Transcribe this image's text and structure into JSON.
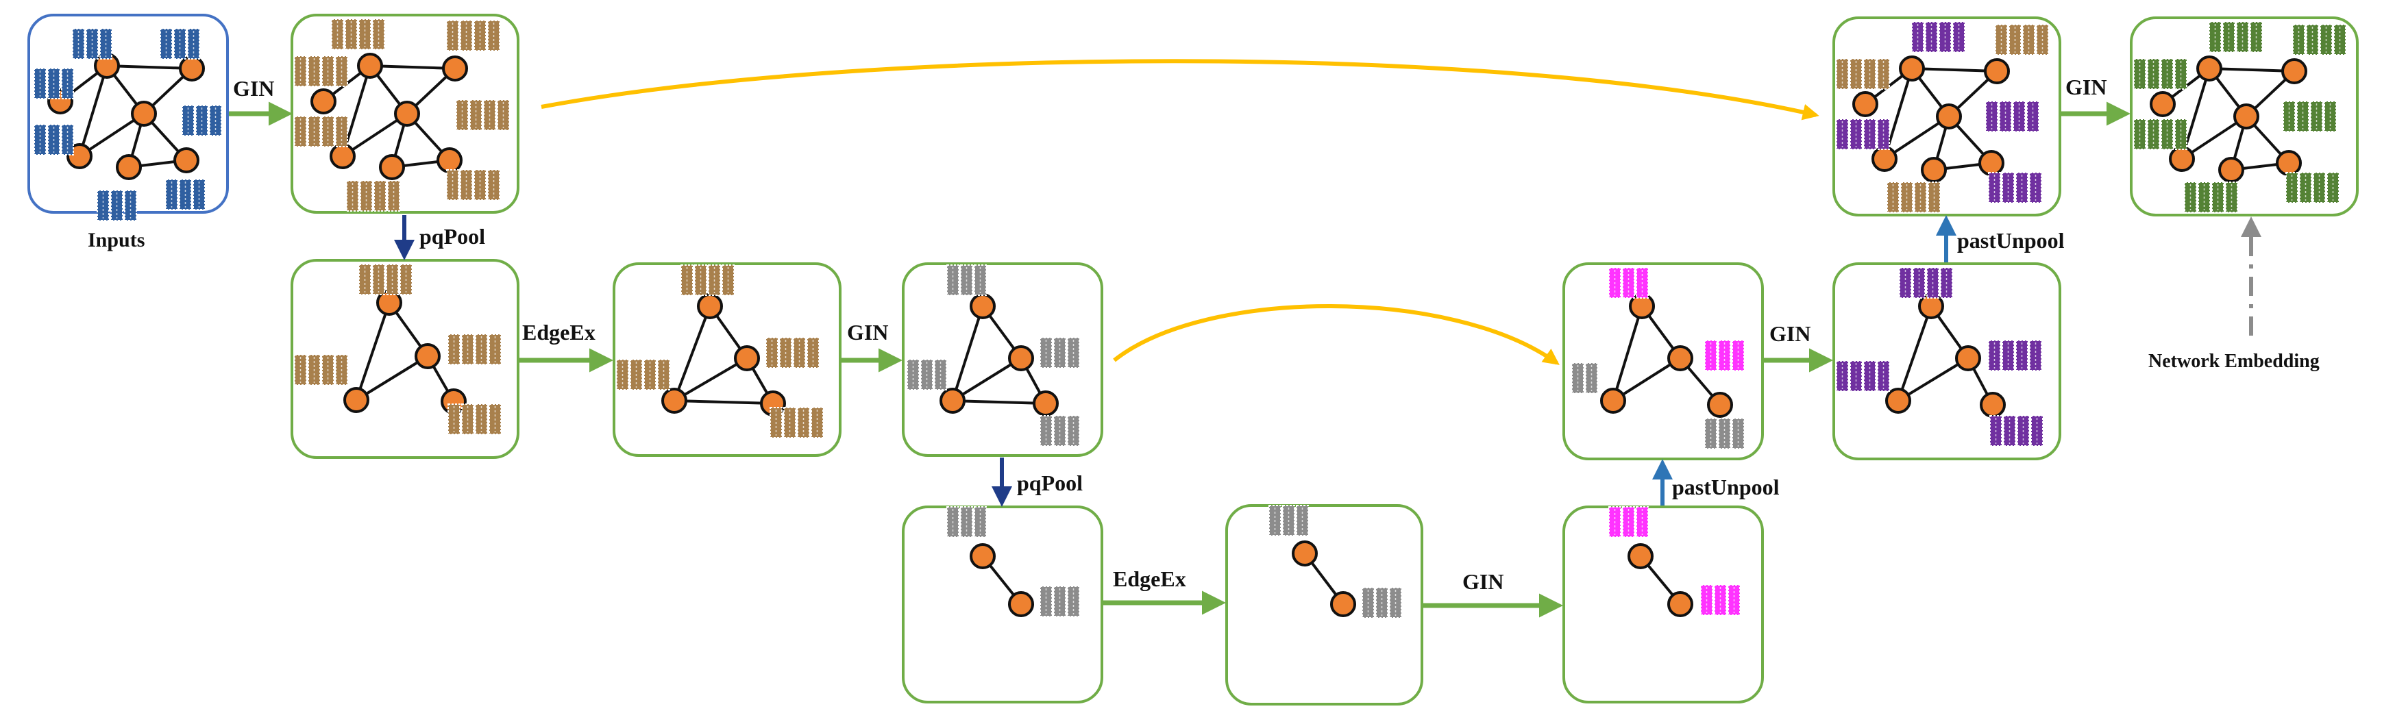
{
  "labels": {
    "inputs": "Inputs",
    "gin": "GIN",
    "pqpool": "pqPool",
    "edgeex": "EdgeEx",
    "pastunpool": "pastUnpool",
    "network_embedding": "Network Embedding"
  },
  "colors": {
    "input_box_border": "#4472c4",
    "box_border": "#70ad47",
    "gin_arrow": "#70ad47",
    "pool_arrow": "#1f3c88",
    "unpool_arrow": "#2e75b6",
    "skip_arrow": "#ffc000",
    "embedding_arrow": "#8c8c8c",
    "node_fill": "#ee8130",
    "feat_blue": "#2f5fa0",
    "feat_brown": "#a8804c",
    "feat_gray": "#8c8c8c",
    "feat_magenta": "#ff33ff",
    "feat_purple": "#7030a0",
    "feat_green": "#548235"
  }
}
